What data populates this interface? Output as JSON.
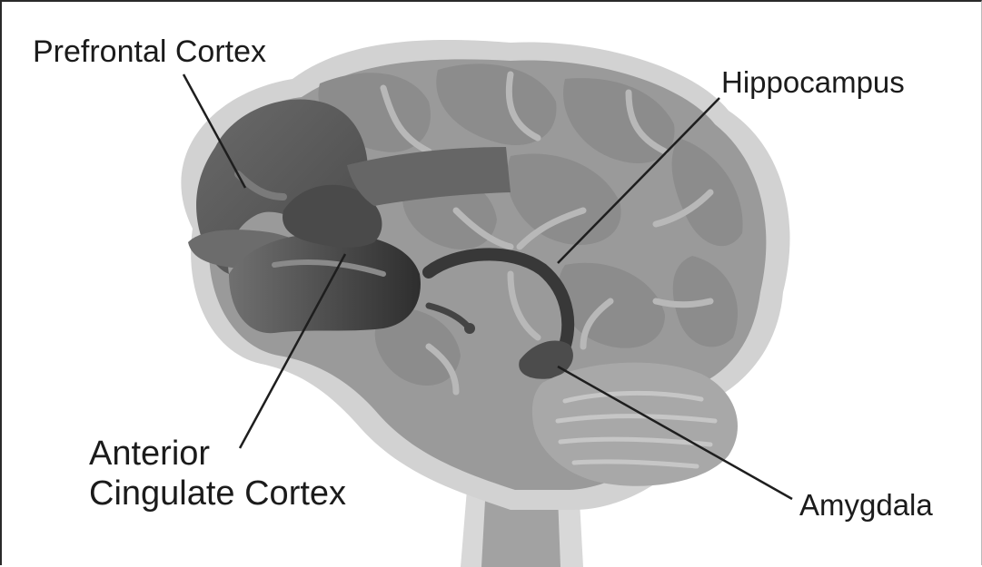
{
  "labels": {
    "prefrontal_cortex": "Prefrontal Cortex",
    "hippocampus": "Hippocampus",
    "anterior_cingulate_line1": "Anterior",
    "anterior_cingulate_line2": "Cingulate Cortex",
    "amygdala": "Amygdala"
  },
  "colors": {
    "brain_outline": "#d2d2d2",
    "brain_base": "#9a9a9a",
    "gyri": "#8a8a8a",
    "sulci": "#b7b7b7",
    "prefrontal": "#5a5a5a",
    "cingulate": "#3c3c3c",
    "hippocampus": "#3a3a3a",
    "amygdala": "#4c4c4c",
    "cerebellum": "#a5a5a5",
    "leader_lines": "#1e1e1e"
  }
}
